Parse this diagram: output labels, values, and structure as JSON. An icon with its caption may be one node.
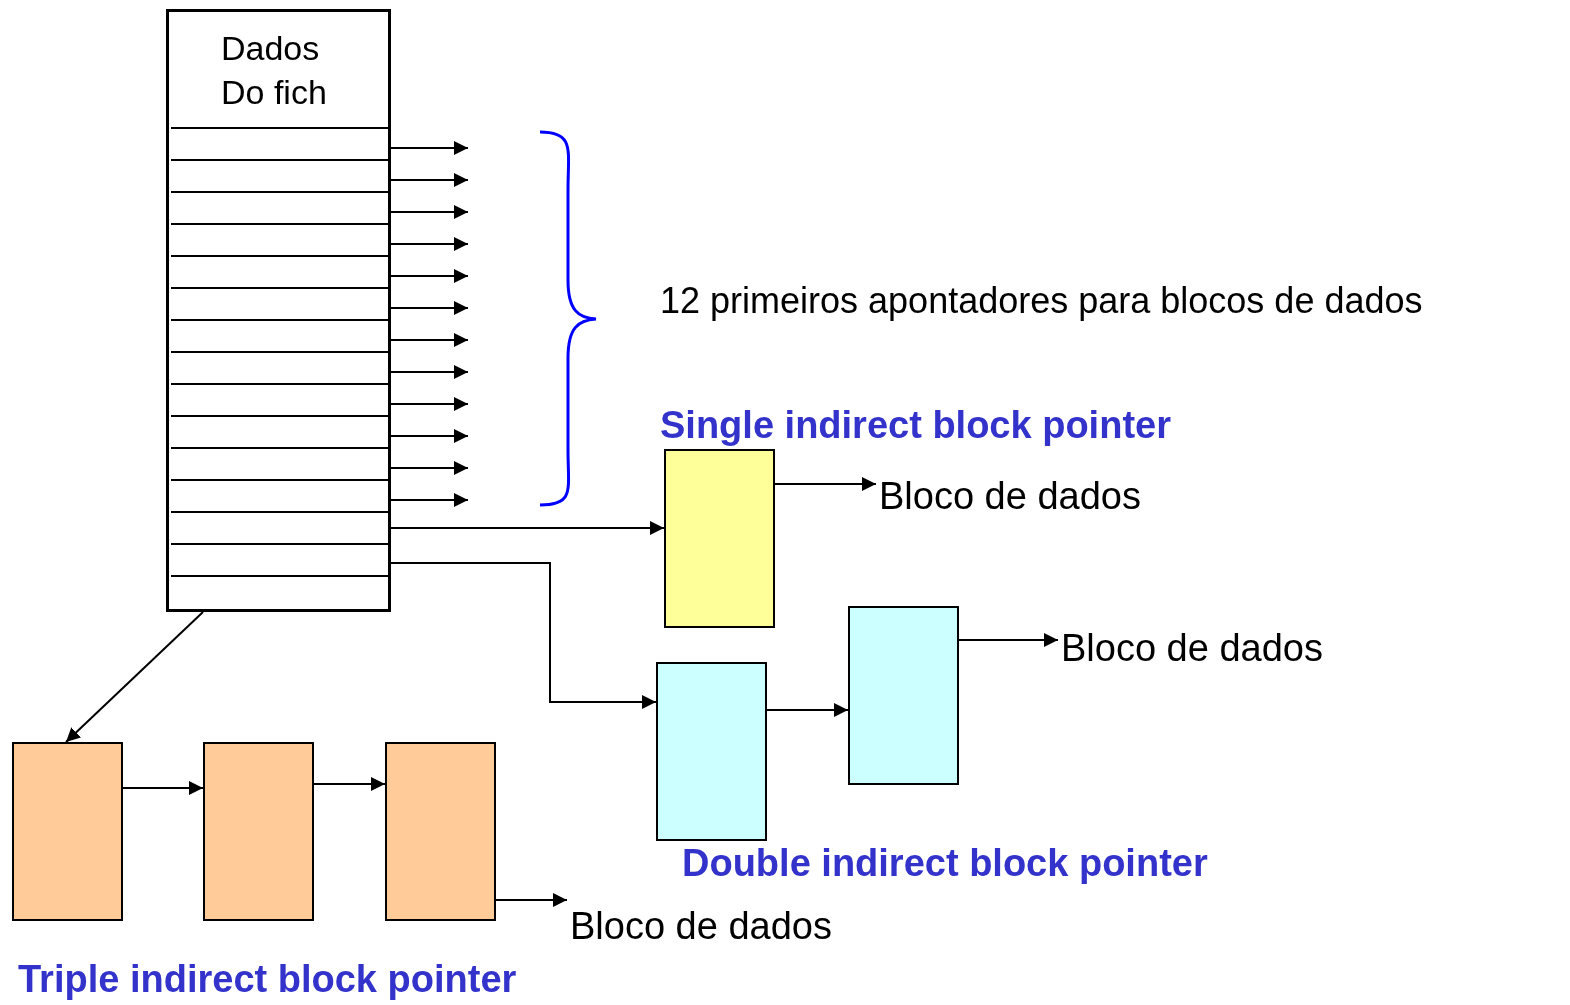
{
  "diagram": {
    "nodes": [
      {
        "text": [
          "Dados Do fich"
        ]
      },
      {
        "text": [],
        "shape": "box"
      },
      {
        "text": [
          "Bloco de dados"
        ]
      },
      {
        "text": [],
        "shape": "box"
      },
      {
        "text": [],
        "shape": "box"
      },
      {
        "text": [
          "Bloco de dados"
        ]
      },
      {
        "text": [],
        "shape": "box"
      },
      {
        "text": [],
        "shape": "box"
      },
      {
        "text": [],
        "shape": "box"
      },
      {
        "text": [
          "Bloco de dados"
        ]
      }
    ],
    "edges": [
      {
        "from": 0,
        "to": null,
        "arrow": "to"
      },
      {
        "from": 0,
        "to": null,
        "arrow": "to"
      },
      {
        "from": 0,
        "to": null,
        "arrow": "to"
      },
      {
        "from": 0,
        "to": null,
        "arrow": "to"
      },
      {
        "from": 0,
        "to": null,
        "arrow": "to"
      },
      {
        "from": 0,
        "to": null,
        "arrow": "to"
      },
      {
        "from": 0,
        "to": null,
        "arrow": "to"
      },
      {
        "from": 0,
        "to": null,
        "arrow": "to"
      },
      {
        "from": 0,
        "to": null,
        "arrow": "to"
      },
      {
        "from": 0,
        "to": null,
        "arrow": "to"
      },
      {
        "from": 0,
        "to": null,
        "arrow": "to"
      },
      {
        "from": 0,
        "to": null,
        "arrow": "to"
      },
      {
        "from": 0,
        "to": 1,
        "arrow": "to"
      },
      {
        "from": 1,
        "to": 2,
        "arrow": "to"
      },
      {
        "from": 0,
        "to": 3,
        "arrow": "to"
      },
      {
        "from": 3,
        "to": 4,
        "arrow": "to"
      },
      {
        "from": 4,
        "to": 5,
        "arrow": "to"
      },
      {
        "from": 0,
        "to": 6,
        "arrow": "to"
      },
      {
        "from": 6,
        "to": 7,
        "arrow": "to"
      },
      {
        "from": 7,
        "to": 8,
        "arrow": "to"
      },
      {
        "from": 8,
        "to": 9,
        "arrow": "to"
      }
    ],
    "labels": [
      "12 primeiros apontadores para blocos de dados",
      "Single indirect block pointer",
      "Double indirect block pointer",
      "Triple indirect block pointer"
    ]
  }
}
